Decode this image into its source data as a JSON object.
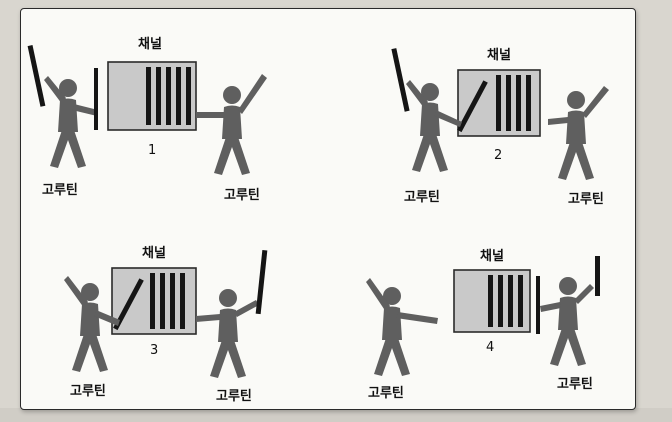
{
  "panels": [
    {
      "channel_label": "채널",
      "step": "1",
      "left_label": "고루틴",
      "right_label": "고루틴"
    },
    {
      "channel_label": "채널",
      "step": "2",
      "left_label": "고루틴",
      "right_label": "고루틴"
    },
    {
      "channel_label": "채널",
      "step": "3",
      "left_label": "고루틴",
      "right_label": "고루틴"
    },
    {
      "channel_label": "채널",
      "step": "4",
      "left_label": "고루틴",
      "right_label": "고루틴"
    }
  ],
  "colors": {
    "figure": "#5f5f5f",
    "channel_fill": "#c9c9c9",
    "bar": "#151515",
    "frame": "#2a2a2a"
  }
}
